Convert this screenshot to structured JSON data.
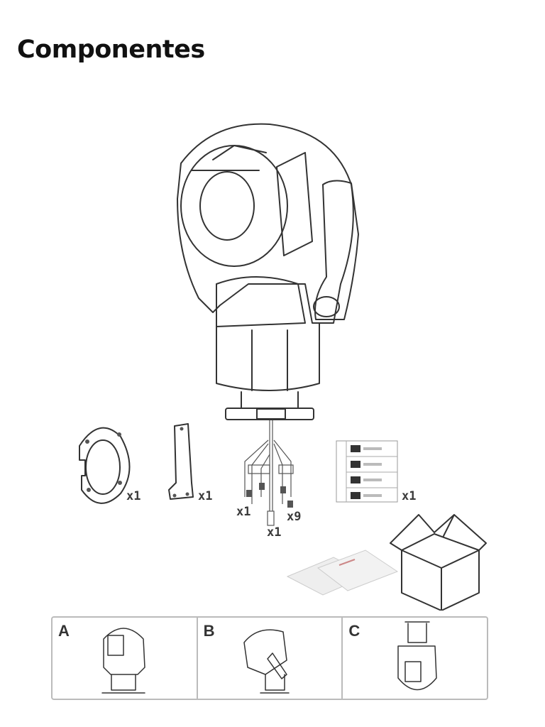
{
  "title": "Componentes",
  "components": [
    {
      "name": "mounting-ring",
      "qty": "x1"
    },
    {
      "name": "bracket",
      "qty": "x1"
    },
    {
      "name": "cable-connector",
      "qty": "x1"
    },
    {
      "name": "cable-caps",
      "qty": "x9"
    },
    {
      "name": "cable-plug",
      "qty": "x1"
    },
    {
      "name": "label-sheet",
      "qty": "x1"
    }
  ],
  "panels": [
    {
      "label": "A"
    },
    {
      "label": "B"
    },
    {
      "label": "C"
    }
  ]
}
